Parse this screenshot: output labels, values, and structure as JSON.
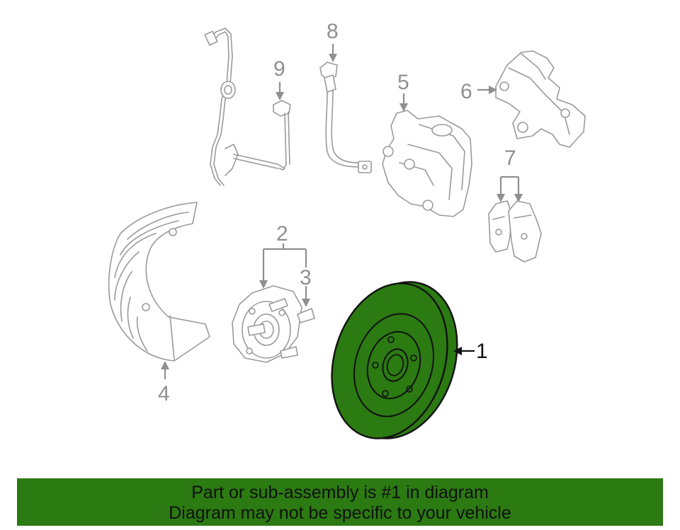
{
  "callouts": {
    "c1": "1",
    "c2": "2",
    "c3": "3",
    "c4": "4",
    "c5": "5",
    "c6": "6",
    "c7": "7",
    "c8": "8",
    "c9": "9"
  },
  "footer": {
    "line1": "Part or sub-assembly is #1 in diagram",
    "line2": "Diagram may not be specific to your vehicle"
  },
  "colors": {
    "highlight": "#2b7a12",
    "line_art": "#9a9a9a",
    "highlight_outline": "#111111"
  }
}
